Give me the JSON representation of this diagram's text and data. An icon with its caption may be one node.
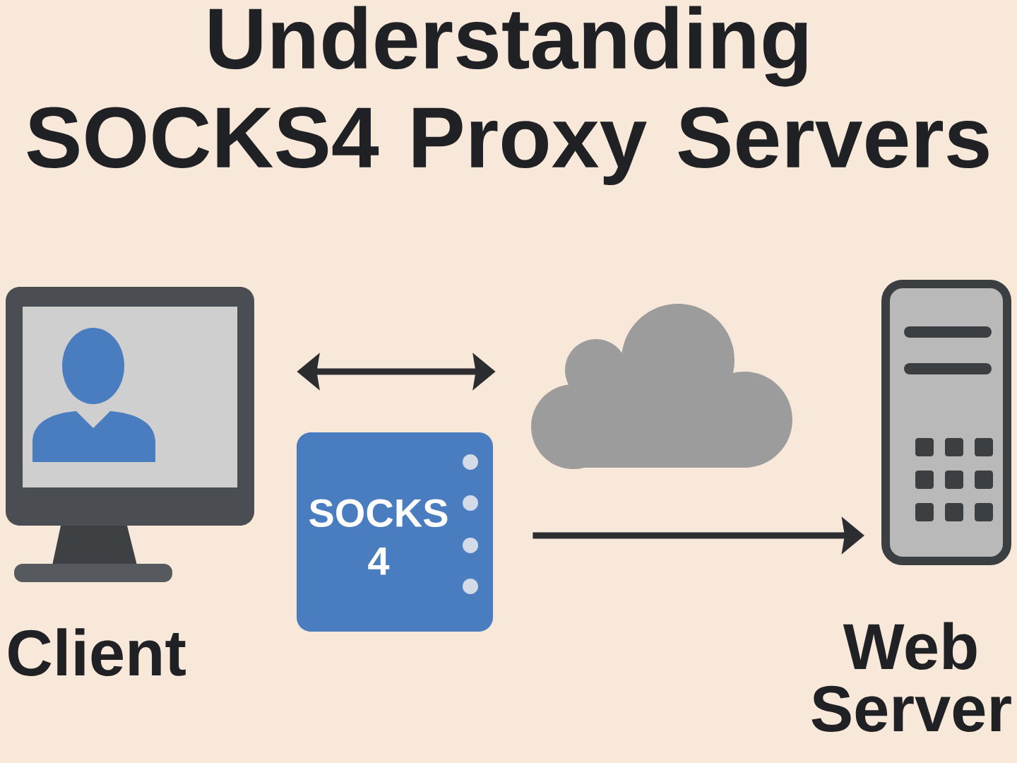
{
  "diagram": {
    "title": "Understanding SOCKS4 Proxy Servers",
    "nodes": [
      {
        "text": [
          "Client"
        ]
      },
      {
        "text": [
          "SOCKS 4"
        ]
      },
      {
        "text": [],
        "shape": "cloud"
      },
      {
        "text": [
          "Web Server"
        ]
      }
    ],
    "edges": [
      {
        "from": 0,
        "to": 2,
        "arrow": "both"
      },
      {
        "from": 1,
        "to": 3,
        "arrow": "to"
      }
    ]
  }
}
